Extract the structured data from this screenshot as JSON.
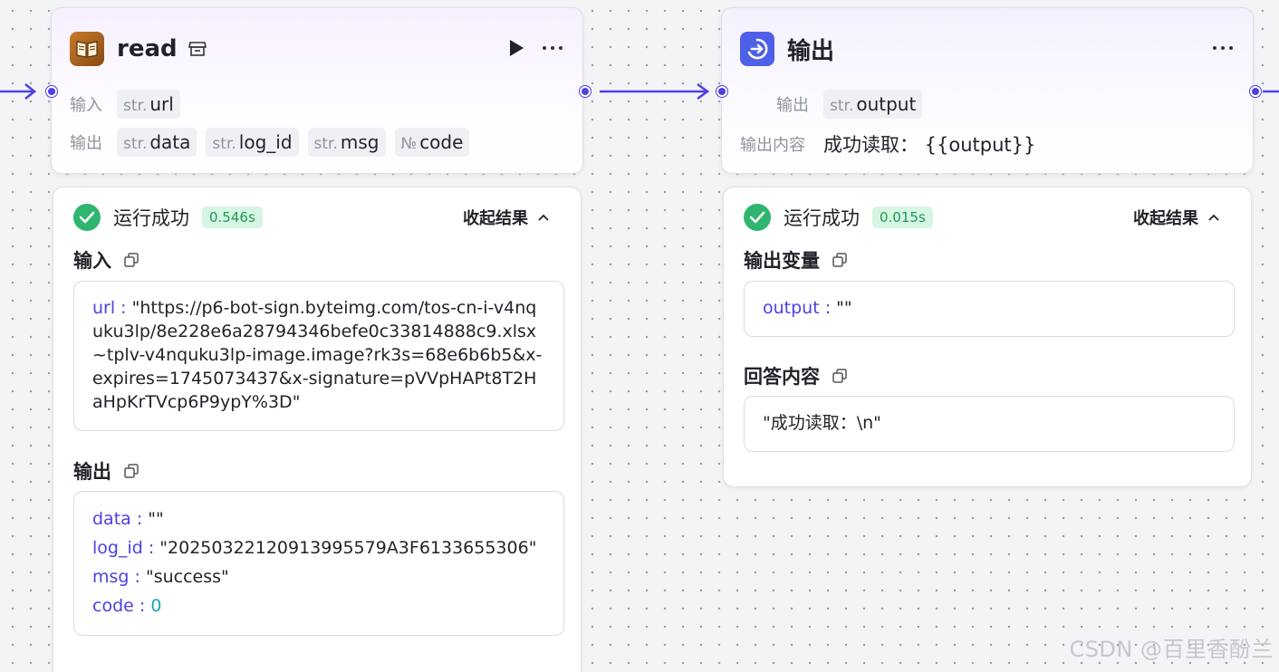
{
  "read_node": {
    "title": "read",
    "input_label": "输入",
    "output_label": "输出",
    "inputs": [
      {
        "type": "str.",
        "name": "url"
      }
    ],
    "outputs": [
      {
        "type": "str.",
        "name": "data"
      },
      {
        "type": "str.",
        "name": "log_id"
      },
      {
        "type": "str.",
        "name": "msg"
      },
      {
        "type": "№",
        "name": "code"
      }
    ]
  },
  "output_node": {
    "title": "输出",
    "output_label": "输出",
    "output_var": {
      "type": "str.",
      "name": "output"
    },
    "content_label": "输出内容",
    "content_value": "成功读取： {{output}}"
  },
  "read_result": {
    "status": "运行成功",
    "time": "0.546s",
    "collapse_label": "收起结果",
    "input_title": "输入",
    "input": {
      "url_key": "url :",
      "url_value": "\"https://p6-bot-sign.byteimg.com/tos-cn-i-v4nquku3lp/8e228e6a28794346befe0c33814888c9.xlsx~tplv-v4nquku3lp-image.image?rk3s=68e6b6b5&x-expires=1745073437&x-signature=pVVpHAPt8T2HaHpKrTVcp6P9ypY%3D\""
    },
    "output_title": "输出",
    "output": {
      "data_key": "data :",
      "data_value": "\"\"",
      "log_id_key": "log_id :",
      "log_id_value": "\"20250322120913995579A3F6133655306\"",
      "msg_key": "msg :",
      "msg_value": "\"success\"",
      "code_key": "code :",
      "code_value": "0"
    }
  },
  "output_result": {
    "status": "运行成功",
    "time": "0.015s",
    "collapse_label": "收起结果",
    "var_title": "输出变量",
    "var_key": "output :",
    "var_value": "\"\"",
    "answer_title": "回答内容",
    "answer_value": "\"成功读取：\\n\""
  },
  "watermark": "CSDN @百里香酚兰",
  "colors": {
    "accent": "#4e40e5",
    "success": "#2fb56f",
    "success_bg": "#d6f5e3",
    "number": "#1aa6b7"
  },
  "icons": {
    "read_node": "book-icon",
    "output_node": "arrow-right-circle-icon",
    "run": "play-icon",
    "more": "more-dots-icon",
    "store": "store-icon",
    "copy": "copy-icon",
    "success": "check-circle-icon",
    "collapse": "chevron-up-icon"
  }
}
